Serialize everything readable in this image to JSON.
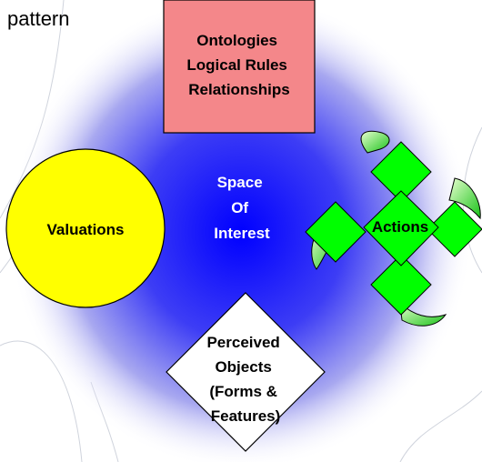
{
  "page": {
    "corner_text": "pattern"
  },
  "center": {
    "lines": [
      "Space",
      "Of",
      "Interest"
    ]
  },
  "ontology_box": {
    "lines": [
      "Ontologies",
      "Logical Rules",
      "Relationships"
    ]
  },
  "valuations": {
    "label": "Valuations"
  },
  "actions": {
    "label": "Actions"
  },
  "perceived": {
    "lines": [
      "Perceived",
      "Objects",
      "(Forms &",
      "Features)"
    ]
  },
  "colors": {
    "glow_center": "#0000ff",
    "glow_edge": "#ffffff",
    "ontology_fill": "#f4878a",
    "valuations_fill": "#ffff00",
    "actions_fill": "#00ff00",
    "perceived_fill": "#ffffff"
  }
}
